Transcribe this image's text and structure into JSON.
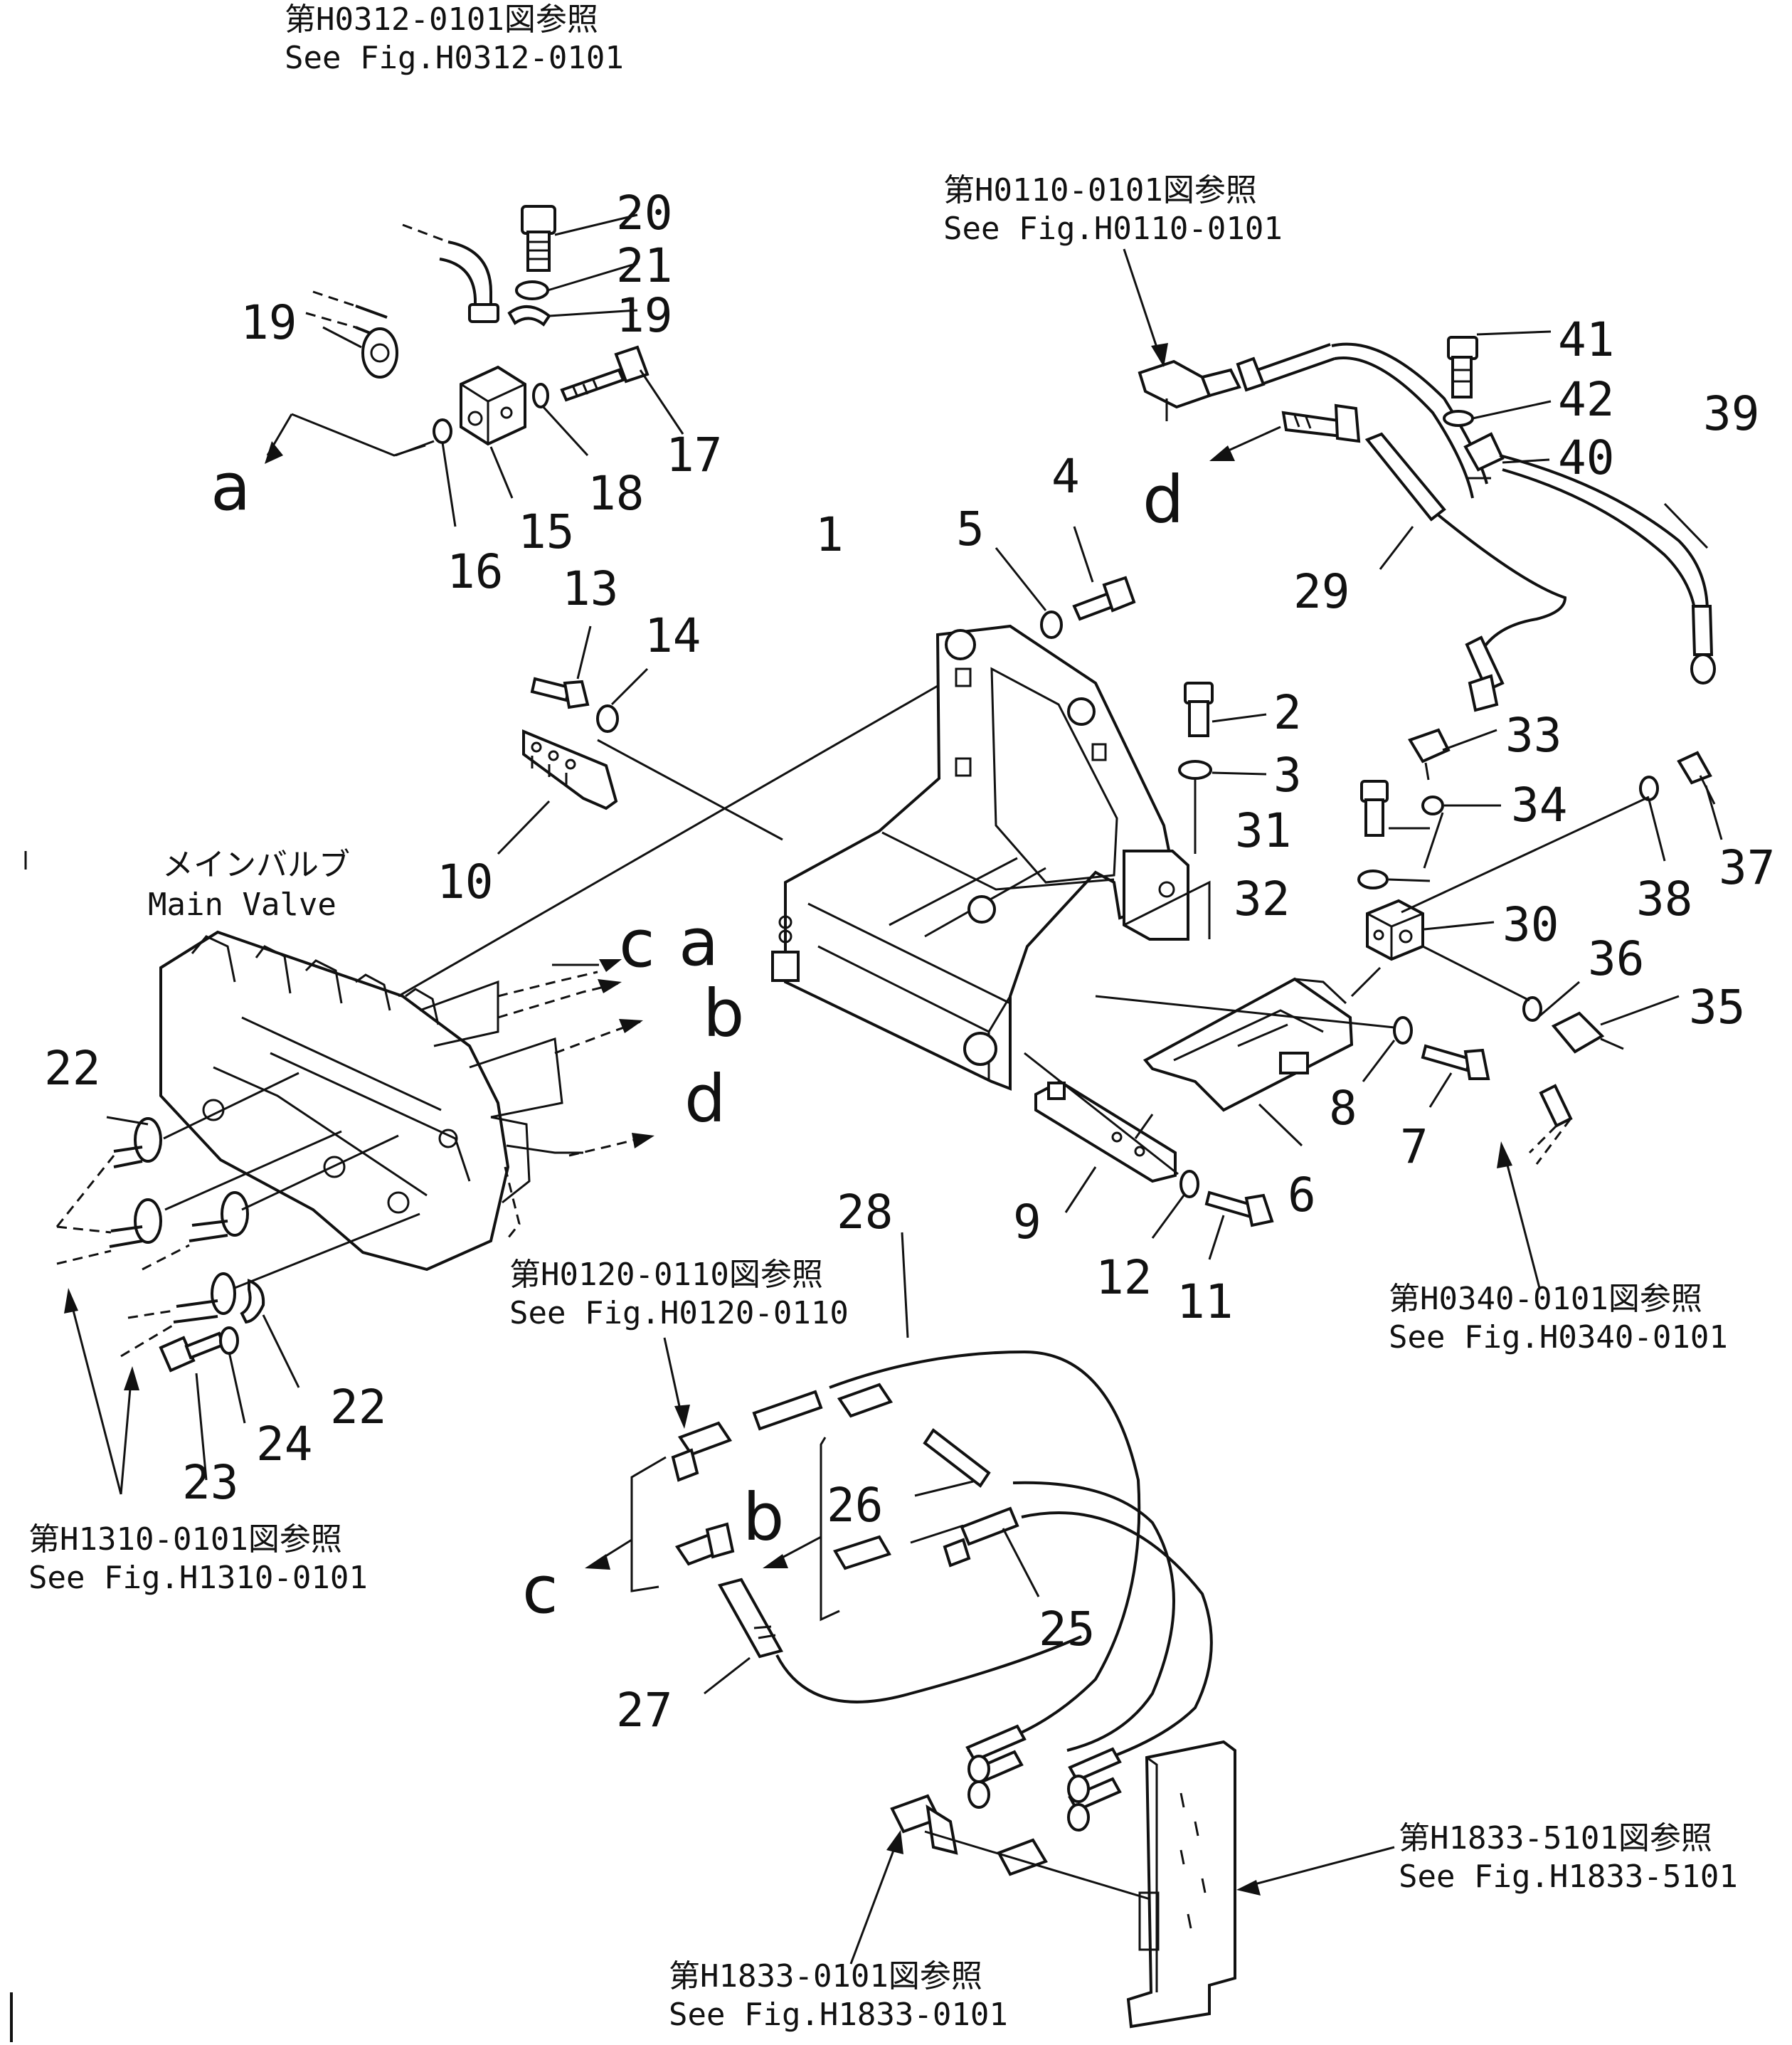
{
  "references": {
    "h0312": {
      "jp": "第H0312-0101図参照",
      "en": "See Fig.H0312-0101"
    },
    "h0110": {
      "jp": "第H0110-0101図参照",
      "en": "See Fig.H0110-0101"
    },
    "h0340": {
      "jp": "第H0340-0101図参照",
      "en": "See Fig.H0340-0101"
    },
    "h0120": {
      "jp": "第H0120-0110図参照",
      "en": "See Fig.H0120-0110"
    },
    "h1310": {
      "jp": "第H1310-0101図参照",
      "en": "See Fig.H1310-0101"
    },
    "h1833_5101": {
      "jp": "第H1833-5101図参照",
      "en": "See Fig.H1833-5101"
    },
    "h1833_0101": {
      "jp": "第H1833-0101図参照",
      "en": "See Fig.H1833-0101"
    }
  },
  "main_valve": {
    "jp": "メインバルブ",
    "en": "Main Valve"
  },
  "connection_letters": {
    "a_top": "a",
    "a_valve": "a",
    "b_valve": "b",
    "b_bottom": "b",
    "c_valve": "c",
    "c_bottom": "c",
    "d_top": "d",
    "d_valve": "d"
  },
  "part_numbers": {
    "p1": "1",
    "p2": "2",
    "p3": "3",
    "p4": "4",
    "p5": "5",
    "p6": "6",
    "p7": "7",
    "p8": "8",
    "p9": "9",
    "p10": "10",
    "p11": "11",
    "p12": "12",
    "p13": "13",
    "p14": "14",
    "p15": "15",
    "p16": "16",
    "p17": "17",
    "p18": "18",
    "p19a": "19",
    "p19b": "19",
    "p20": "20",
    "p21": "21",
    "p22a": "22",
    "p22b": "22",
    "p23": "23",
    "p24": "24",
    "p25": "25",
    "p26": "26",
    "p27": "27",
    "p28": "28",
    "p29": "29",
    "p30": "30",
    "p31": "31",
    "p32": "32",
    "p33": "33",
    "p34": "34",
    "p35": "35",
    "p36": "36",
    "p37": "37",
    "p38": "38",
    "p39": "39",
    "p40": "40",
    "p41": "41",
    "p42": "42"
  }
}
